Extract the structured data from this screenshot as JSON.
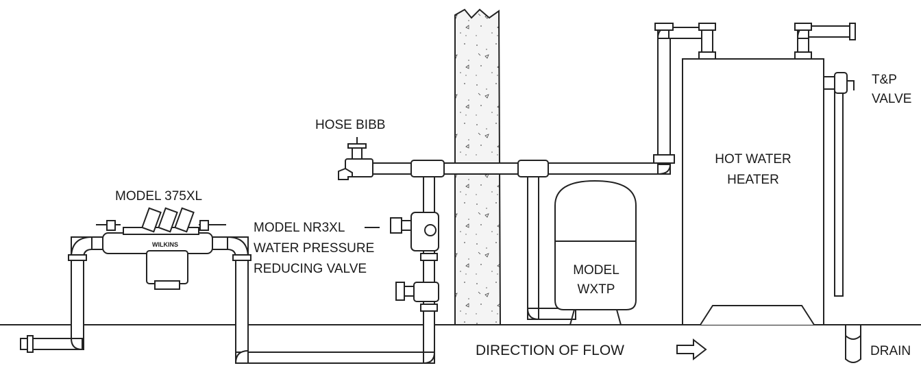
{
  "labels": {
    "hose_bibb": "HOSE BIBB",
    "model_375xl": "MODEL 375XL",
    "nr3xl_line1": "MODEL NR3XL",
    "nr3xl_line2": "WATER PRESSURE",
    "nr3xl_line3": "REDUCING VALVE",
    "wxtp_line1": "MODEL",
    "wxtp_line2": "WXTP",
    "heater_line1": "HOT WATER",
    "heater_line2": "HEATER",
    "tp_line1": "T&P",
    "tp_line2": "VALVE",
    "flow": "DIRECTION OF FLOW",
    "drain": "DRAIN",
    "valve_brand": "WILKINS"
  }
}
